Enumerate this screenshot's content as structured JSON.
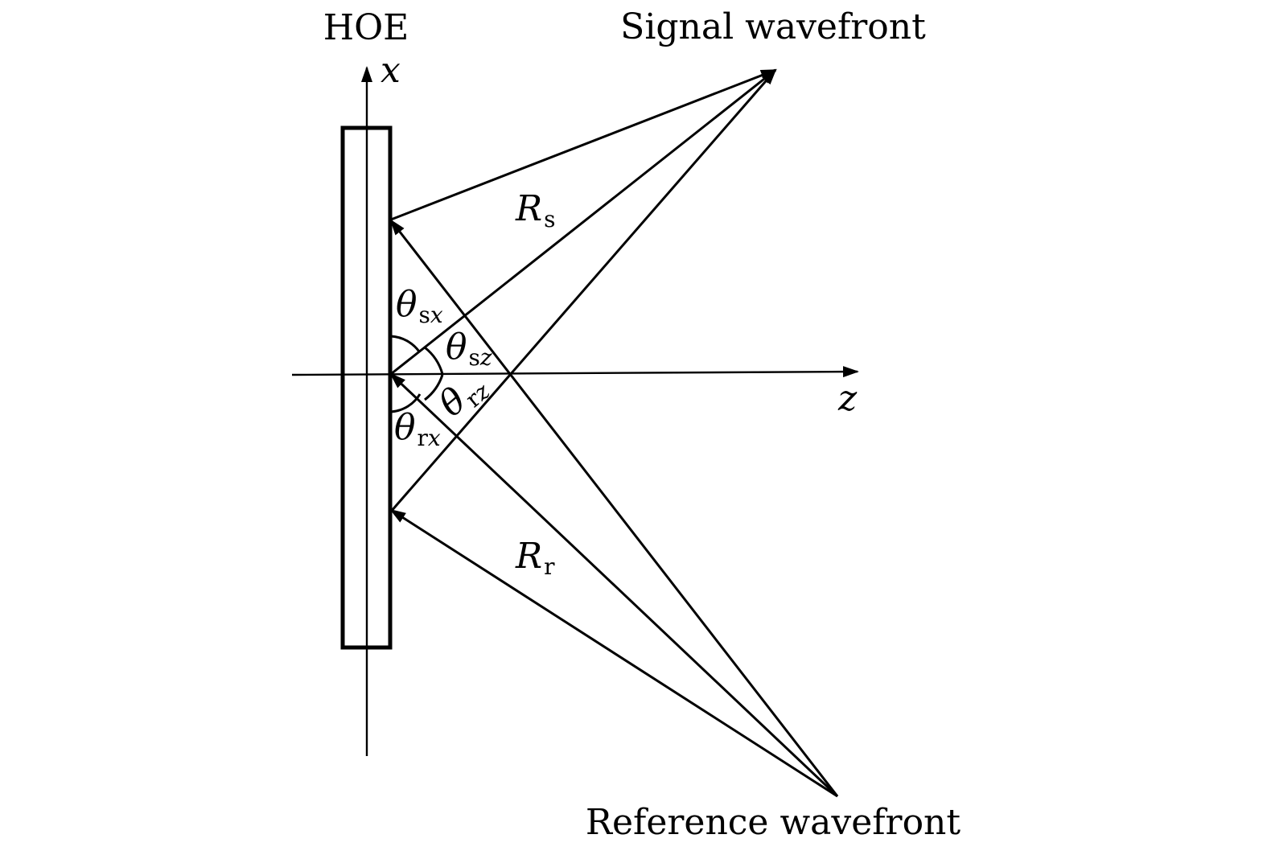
{
  "labels": {
    "hoe": "HOE",
    "signal_wavefront": "Signal wavefront",
    "reference_wavefront": "Reference wavefront",
    "x_axis": "x",
    "z_axis": "z",
    "r_s_main": "R",
    "r_s_sub": "s",
    "r_r_main": "R",
    "r_r_sub": "r",
    "theta": "θ",
    "theta_sx_sub1": "s",
    "theta_sx_sub2": "x",
    "theta_sz_sub1": "s",
    "theta_sz_sub2": "z",
    "theta_rx_sub1": "r",
    "theta_rx_sub2": "x",
    "theta_rz_sub1": "r",
    "theta_rz_sub2": "z"
  }
}
